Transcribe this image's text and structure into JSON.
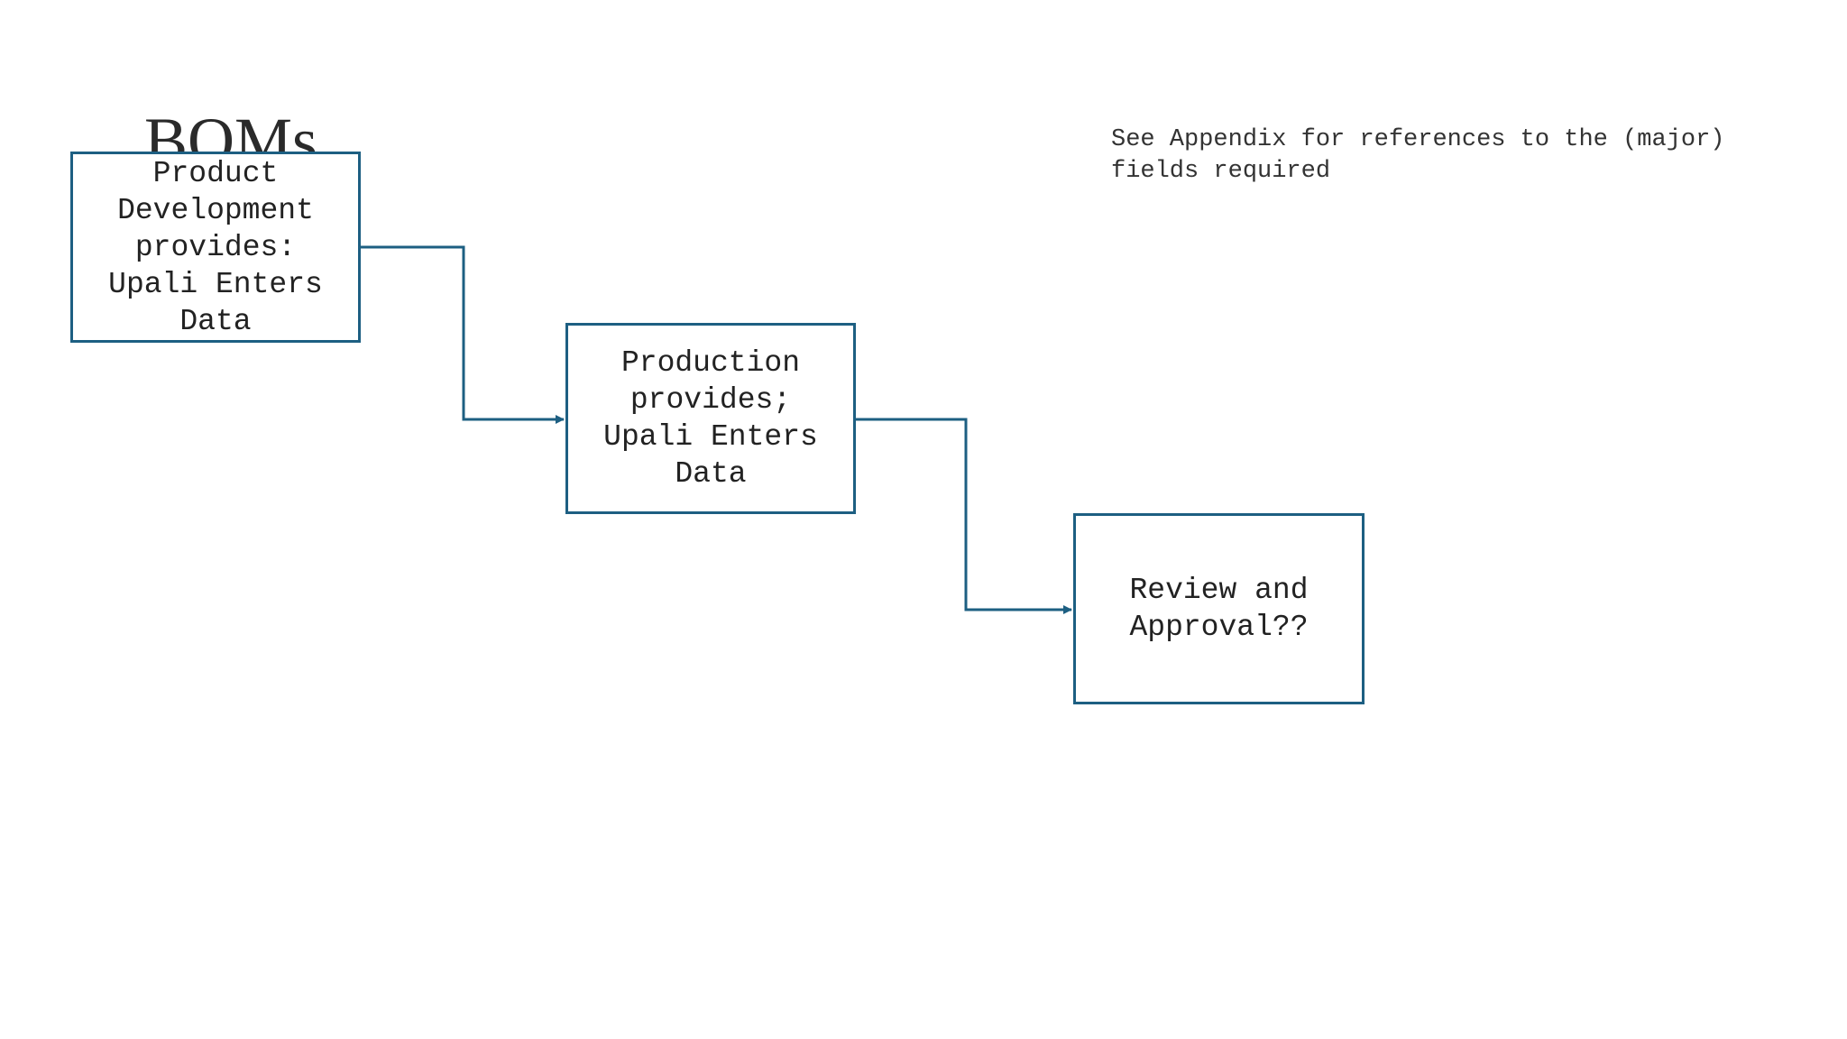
{
  "slide": {
    "title": "BOMs",
    "note": "See Appendix for references to the (major) fields required"
  },
  "flow": {
    "steps": [
      {
        "label": "Product\nDevelopment\nprovides:\nUpali Enters\nData"
      },
      {
        "label": "Production\nprovides;\nUpali Enters\nData"
      },
      {
        "label": "Review and\nApproval??"
      }
    ]
  },
  "colors": {
    "stroke": "#1d5f82",
    "text": "#222222"
  }
}
